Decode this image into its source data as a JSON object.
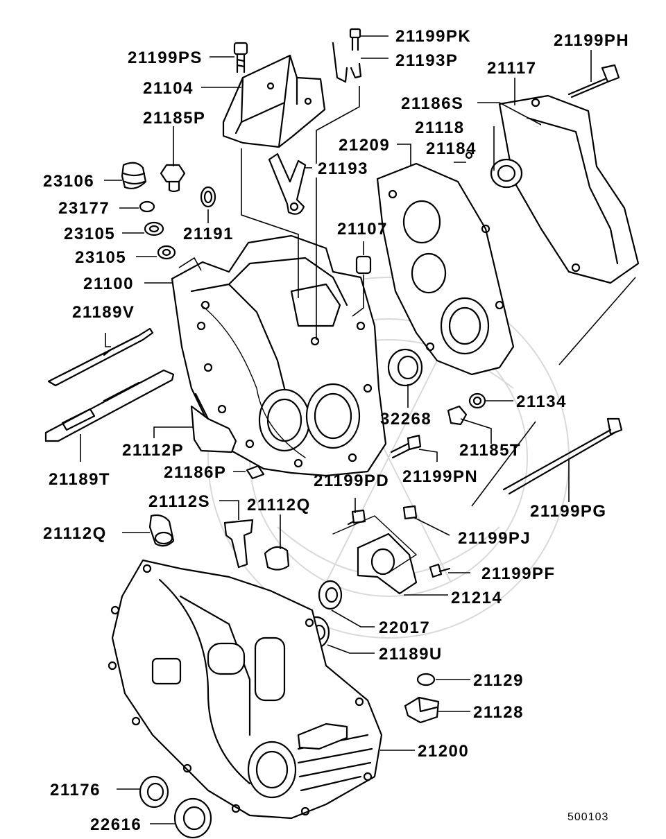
{
  "labels": {
    "p21199PS": "21199PS",
    "p21104": "21104",
    "p21185P": "21185P",
    "p23106": "23106",
    "p23177": "23177",
    "p23105a": "23105",
    "p21191": "21191",
    "p23105b": "23105",
    "p21100": "21100",
    "p21189V": "21189V",
    "p21112P": "21112P",
    "p21186P": "21186P",
    "p21189T": "21189T",
    "p21199PK": "21199PK",
    "p21193P": "21193P",
    "p21193": "21193",
    "p21209": "21209",
    "p21107": "21107",
    "p21199PH": "21199PH",
    "p21117": "21117",
    "p21186S": "21186S",
    "p21118": "21118",
    "p21184": "21184",
    "p32268": "32268",
    "p21134": "21134",
    "p21185T": "21185T",
    "p21199PD": "21199PD",
    "p21199PN": "21199PN",
    "p21199PG": "21199PG",
    "p21112S": "21112S",
    "p21112Qa": "21112Q",
    "p21112Qb": "21112Q",
    "p21199PJ": "21199PJ",
    "p21199PF": "21199PF",
    "p21214": "21214",
    "p22017": "22017",
    "p21189U": "21189U",
    "p21129": "21129",
    "p21128": "21128",
    "p21200": "21200",
    "p21176": "21176",
    "p22616": "22616"
  },
  "diagram_code": "500103"
}
